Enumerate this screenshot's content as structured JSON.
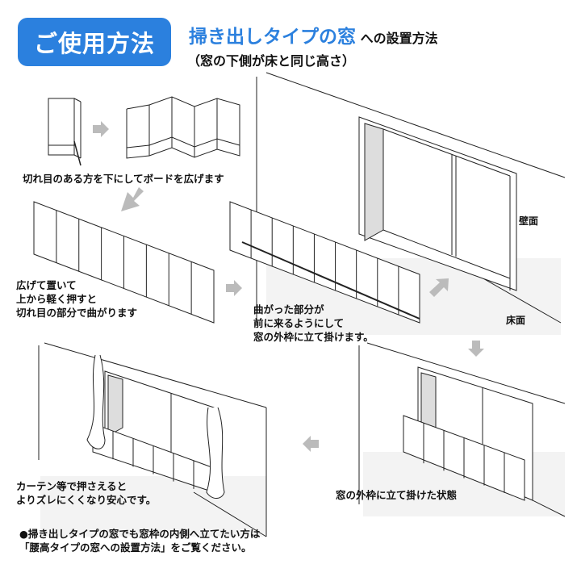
{
  "header": {
    "badge": "ご使用方法",
    "title_highlight": "掃き出しタイプの窓",
    "title_rest": "への設置方法",
    "subtitle": "（窓の下側が床と同じ高さ）"
  },
  "steps": {
    "step1": "切れ目のある方を下にしてボードを広げます",
    "step2": [
      "広げて置いて",
      "上から軽く押すと",
      "切れ目の部分で曲がります"
    ],
    "step3": [
      "曲がった部分が",
      "前に来るようにして",
      "窓の外枠に立て掛けます。"
    ],
    "step4": "窓の外枠に立て掛けた状態",
    "step5": [
      "カーテン等で押さえると",
      "よりズレにくくなり安心です。"
    ]
  },
  "labels": {
    "wall": "壁面",
    "floor": "床面"
  },
  "note": [
    "●掃き出しタイプの窓でも窓枠の内側へ立てたい方は",
    "「腰高タイプの窓への設置方法」をご覧ください。"
  ],
  "colors": {
    "accent": "#2b80de",
    "arrow": "#bdbdbd",
    "floor": "#f2f2f2"
  }
}
